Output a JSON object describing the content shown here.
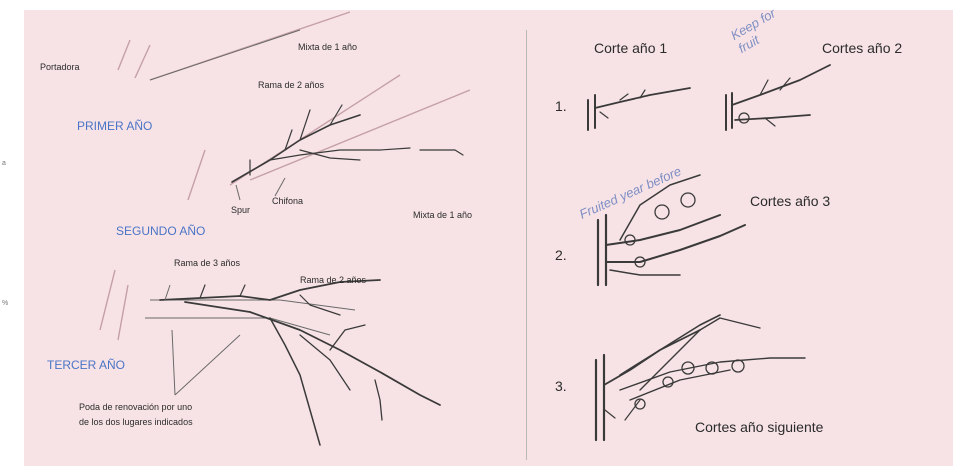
{
  "left_panel": {
    "labels": {
      "portadora": "Portadora",
      "mixta_1_ano_top": "Mixta de 1 año",
      "rama_2_anos_top": "Rama de 2 años",
      "primer_ano": "PRIMER AÑO",
      "spur": "Spur",
      "chifona": "Chifona",
      "mixta_1_ano_mid": "Mixta de 1 año",
      "segundo_ano": "SEGUNDO AÑO",
      "rama_3_anos": "Rama de 3 años",
      "rama_2_anos_bottom": "Rama de 2 años",
      "tercer_ano": "TERCER AÑO",
      "poda_line1": "Poda de renovación por uno",
      "poda_line2": "de los dos lugares indicados"
    }
  },
  "right_panel": {
    "labels": {
      "corte_ano_1": "Corte año 1",
      "cortes_ano_2": "Cortes año 2",
      "keep_for_fruit": "Keep for fruit",
      "fruited_year_before": "Fruited year before",
      "cortes_ano_3": "Cortes año 3",
      "cortes_ano_siguiente": "Cortes año siguiente",
      "step_1": "1.",
      "step_2": "2.",
      "step_3": "3."
    }
  },
  "colors": {
    "panel_bg": "#f7e3e6",
    "ink": "#2b2b2b",
    "year_label_blue": "#4a74c6",
    "handwriting_blue": "#7f8fc4"
  }
}
